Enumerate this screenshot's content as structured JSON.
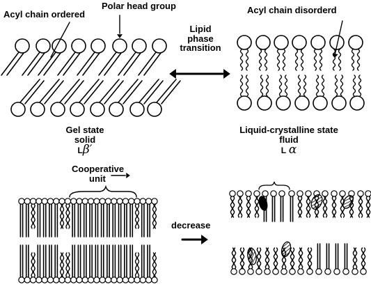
{
  "labels": {
    "acyl_ordered": "Acyl chain ordered",
    "polar_head": "Polar head group",
    "acyl_disordered": "Acyl chain disorderd",
    "transition_line1": "Lipid",
    "transition_line2": "phase",
    "transition_line3": "transition",
    "gel_line1": "Gel state",
    "gel_line2": "solid",
    "gel_symbol_letter": "L",
    "gel_symbol_greek": "β′",
    "liquid_line1": "Liquid-crystalline state",
    "liquid_line2": "fluid",
    "liquid_symbol_letter": "L",
    "liquid_symbol_greek": "α",
    "cooperative_line1": "Cooperative",
    "cooperative_line2": "unit",
    "decrease": "decrease"
  },
  "colors": {
    "ink": "#000000",
    "background": "#ffffff"
  },
  "icons": {
    "transition_arrow": "double-headed-arrow",
    "cooperative_arrow": "right-arrow",
    "decrease_arrow": "right-arrow"
  }
}
